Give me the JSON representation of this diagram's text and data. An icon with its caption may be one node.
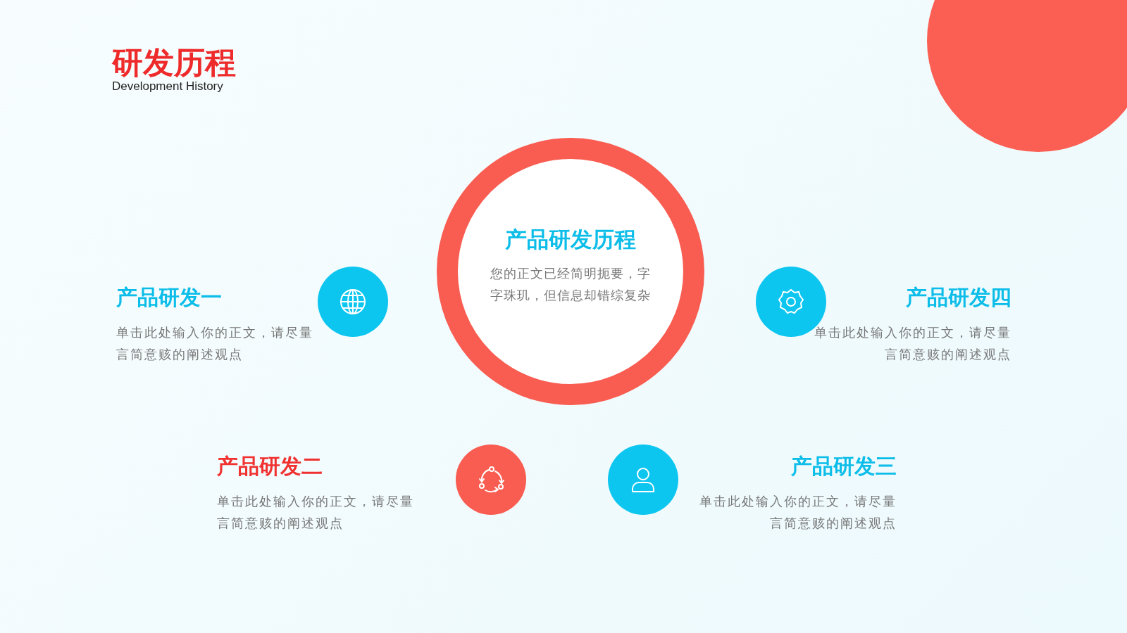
{
  "diagram": {
    "title": "研发历程",
    "nodes": [
      {
        "text": [
          "产品研发历程",
          "您的正文已经简明扼要，字字珠玑，但信息却错综复杂"
        ]
      },
      {
        "text": [],
        "shape": "circle",
        "beside": [
          "产品研发一",
          "单击此处输入你的正文，请尽量言简意赅的阐述观点"
        ]
      },
      {
        "text": [],
        "shape": "circle",
        "beside": [
          "产品研发四",
          "单击此处输入你的正文，请尽量言简意赅的阐述观点"
        ]
      },
      {
        "text": [],
        "shape": "circle",
        "beside": [
          "产品研发二",
          "单击此处输入你的正文，请尽量言简意赅的阐述观点"
        ]
      },
      {
        "text": [],
        "shape": "circle",
        "beside": [
          "产品研发三",
          "单击此处输入你的正文，请尽量言简意赅的阐述观点"
        ]
      }
    ],
    "edges": [],
    "labels": [
      "Development History"
    ]
  }
}
